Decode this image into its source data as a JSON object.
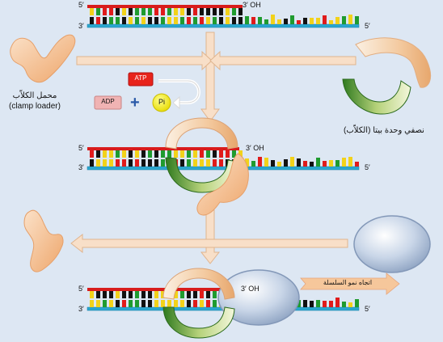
{
  "strand_labels": {
    "five_prime": "5′",
    "three_prime": "3′",
    "three_oh": "3′ OH"
  },
  "molecules": {
    "atp": "ATP",
    "adp": "ADP",
    "pi": "Pi",
    "plus": "+"
  },
  "captions": {
    "clamp_loader_ar": "محمل الكلاّب",
    "clamp_loader_en": "(clamp loader)",
    "beta_subunits": "نصفي وحدة بيتا (الكلاّب)",
    "growth_direction": "اتجاه نمو السلسلة"
  },
  "colors": {
    "background": "#dde7f3",
    "primer_strand": "#d81c1c",
    "template_strand": "#2aa7cf",
    "arrow_fill": "#f8dfc8",
    "arrow_stroke": "#e0b48e",
    "clamp_loader": "#f4bf93",
    "ring_green": "#2f7a1f",
    "ring_light": "#eef5d6",
    "polymerase": "#b9c8de",
    "atp_box": "#e8231b",
    "adp_box": "#f0b3b3",
    "pi_circle": "#f2ec1d",
    "plus": "#2a5aa8",
    "growth_arrow": "#f6c79b"
  }
}
